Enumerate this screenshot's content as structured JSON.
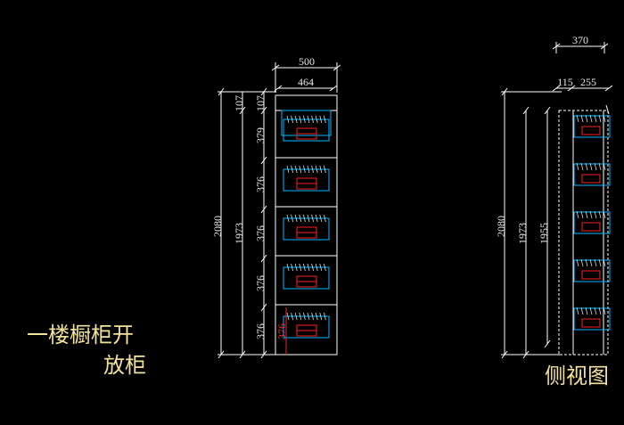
{
  "colors": {
    "background": "#000000",
    "line": "#ffffff",
    "dim": "#e8e8e8",
    "drawer": "#00b7ff",
    "accent": "#ff2020",
    "caption": "#f2e29a"
  },
  "front_view": {
    "caption_line1": "一楼橱柜开",
    "caption_line2": "放柜",
    "dims": {
      "overall_width": "500",
      "inner_width": "464",
      "top_a": "107",
      "top_b": "107",
      "overall_height": "2080",
      "inner_height": "1973",
      "row_heights": [
        "379",
        "376",
        "376",
        "376",
        "376"
      ],
      "red_dim": "376"
    }
  },
  "side_view": {
    "caption": "侧视图",
    "dims": {
      "overall_depth": "370",
      "depth_a": "115",
      "depth_b": "255",
      "overall_height": "2080",
      "mid_height": "1973",
      "inner_height": "1955"
    }
  }
}
